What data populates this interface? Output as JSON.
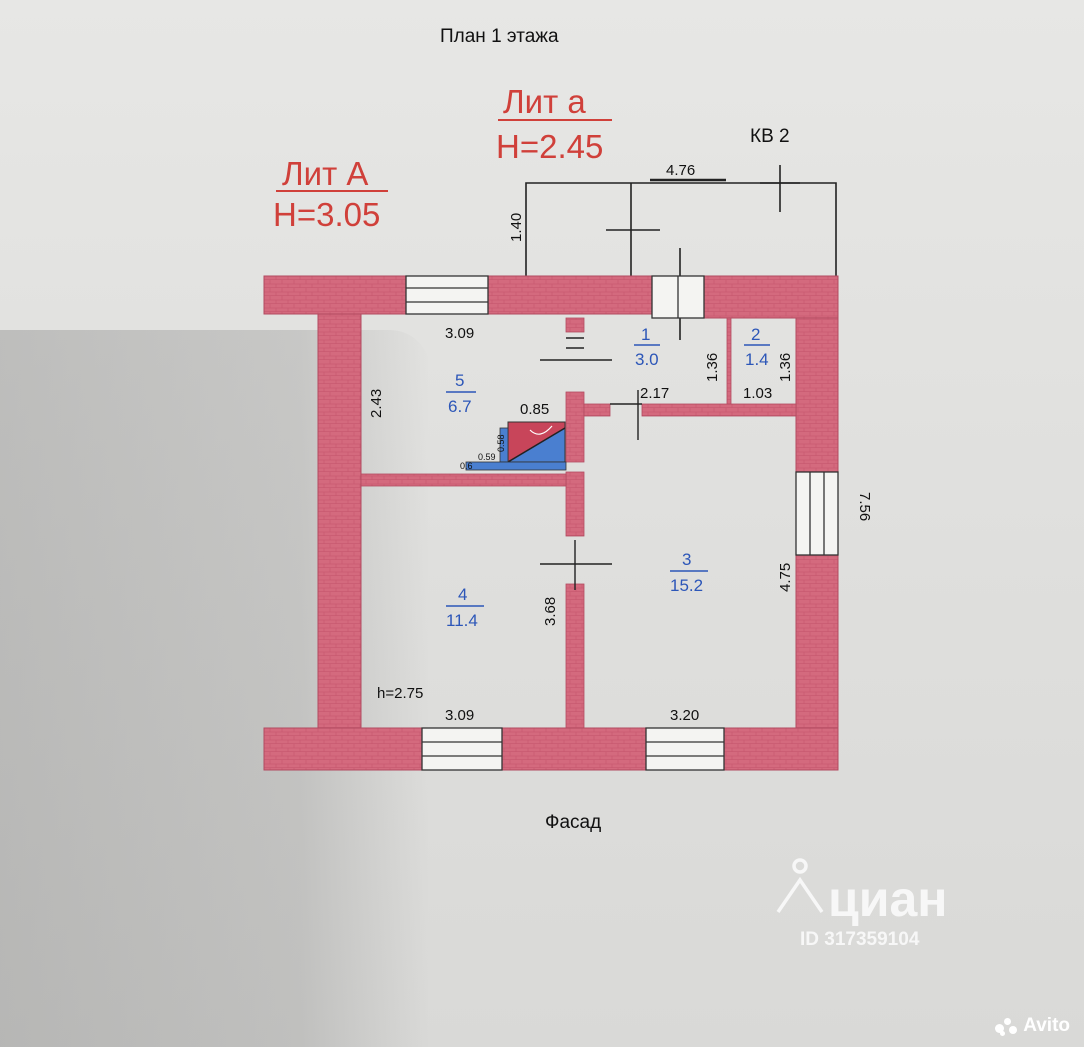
{
  "plan_title": "План 1 этажа",
  "facade_label": "Фасад",
  "apartment_label": "КВ 2",
  "lit_a": {
    "name": "Лит А",
    "height": "Н=3.05"
  },
  "lit_a_small": {
    "name": "Лит а",
    "height": "Н=2.45"
  },
  "ceiling_height_note": "h=2.75",
  "rooms": [
    {
      "number": "1",
      "area": "3.0"
    },
    {
      "number": "2",
      "area": "1.4"
    },
    {
      "number": "3",
      "area": "15.2"
    },
    {
      "number": "4",
      "area": "11.4"
    },
    {
      "number": "5",
      "area": "6.7"
    }
  ],
  "dimensions": {
    "porch_width": "4.76",
    "porch_depth": "1.40",
    "room5_width": "3.09",
    "room5_depth": "2.43",
    "stair_width": "0.85",
    "stair_a": "0.58",
    "stair_b": "0.59",
    "stair_c": "0.6",
    "room1_width": "2.17",
    "room1_depth": "1.36",
    "room2_depth": "1.36",
    "room2_width": "1.03",
    "overall_depth": "7.56",
    "room3_depth": "4.75",
    "room3_width": "3.20",
    "room4_depth": "3.68",
    "room4_width": "3.09"
  },
  "watermark": {
    "brand": "циан",
    "id": "ID 317359104"
  },
  "avito": "Avito",
  "colors": {
    "wall": "#d46a7e",
    "room_label": "#2c56b8",
    "lit_label": "#d0403a",
    "stair_red": "#c8455a",
    "stair_blue": "#4a7fd0"
  }
}
